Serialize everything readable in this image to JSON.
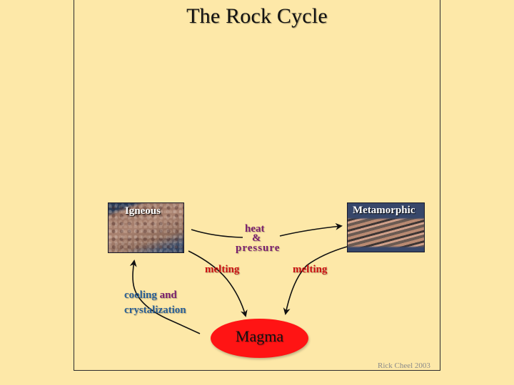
{
  "title": "The Rock Cycle",
  "nodes": {
    "igneous": "Igneous",
    "metamorphic": "Metamorphic",
    "magma": "Magma"
  },
  "edges": {
    "heat": "heat",
    "amp": "&",
    "pressure": "pressure",
    "melting_left": "melting",
    "melting_right": "melting",
    "cooling_word1": "cooling",
    "cooling_word2": "and",
    "crystalization": "crystalization"
  },
  "credit": "Rick Cheel 2003",
  "colors": {
    "background": "#fde8a8",
    "magma": "#ff1414",
    "melting": "#cc1111",
    "heat_pressure": "#7a1f6e",
    "cooling": "#2a5f94"
  }
}
